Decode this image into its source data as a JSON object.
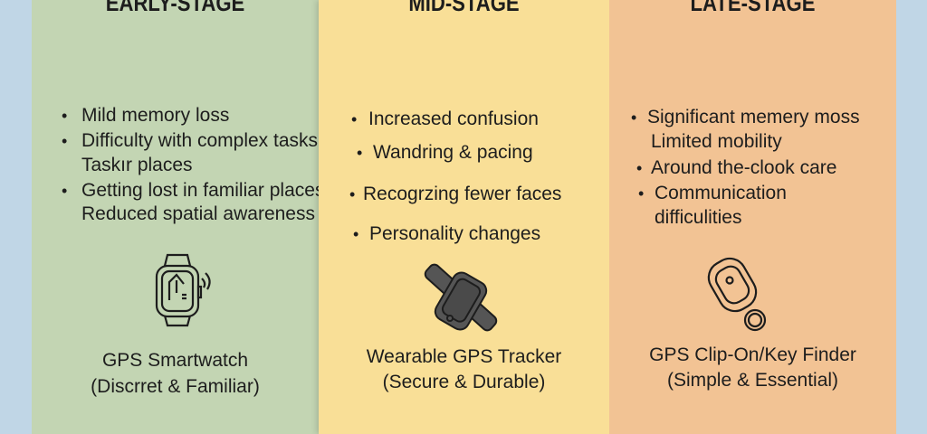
{
  "stages": [
    {
      "title": "EARLY-STAGE",
      "items": [
        "Mild memory loss",
        "Difficulty with complex tasks",
        "Taskır places",
        "Getting lost in familiar places",
        "Reduced spatial awareness"
      ],
      "device": "GPS Smartwatch",
      "note": "(Discrret & Familiar)",
      "icon": "smartwatch-icon"
    },
    {
      "title": "MID-STAGE",
      "items": [
        "Increased confusion",
        "Wandring & pacing",
        "Recogrzing fewer faces",
        "Personality changes"
      ],
      "device": "Wearable GPS Tracker",
      "note": "(Secure & Durable)",
      "icon": "gps-tracker-icon"
    },
    {
      "title": "LATE-STAGE",
      "items": [
        "Significant memery moss",
        "Limited mobility",
        "Around the-clook care",
        "Communication",
        "difficulities"
      ],
      "device": "GPS Clip-On/Key Finder",
      "note": "(Simple & Essential)",
      "icon": "key-finder-icon"
    }
  ],
  "colors": {
    "background": "#c0d6e6",
    "early": "#c3d5b3",
    "mid": "#f9df97",
    "late": "#f2c394"
  }
}
